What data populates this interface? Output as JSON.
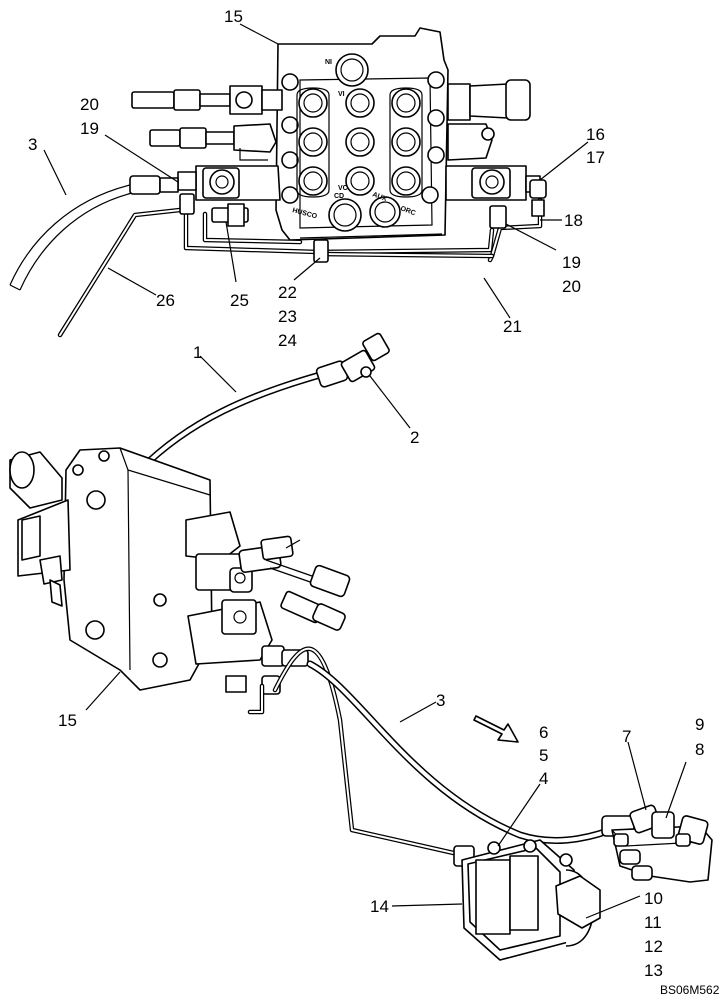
{
  "labels": {
    "l15_top": "15",
    "l20_left": "20",
    "l19_left": "19",
    "l3_top": "3",
    "l16": "16",
    "l17": "17",
    "l18": "18",
    "l19_right": "19",
    "l20_right": "20",
    "l26": "26",
    "l25": "25",
    "l22": "22",
    "l23": "23",
    "l24": "24",
    "l21": "21",
    "l1": "1",
    "l2": "2",
    "l15_bottom": "15",
    "l3_bottom": "3",
    "l6": "6",
    "l5": "5",
    "l4": "4",
    "l7": "7",
    "l9": "9",
    "l8": "8",
    "l14": "14",
    "l10": "10",
    "l11": "11",
    "l12": "12",
    "l13": "13"
  },
  "valve_markings": {
    "ni": "NI",
    "vi": "VI",
    "vc": "VC",
    "cd": "CD",
    "husco": "HUSCO",
    "aux": "AUX",
    "orc": "ORC"
  },
  "figure_code": "BS06M562"
}
